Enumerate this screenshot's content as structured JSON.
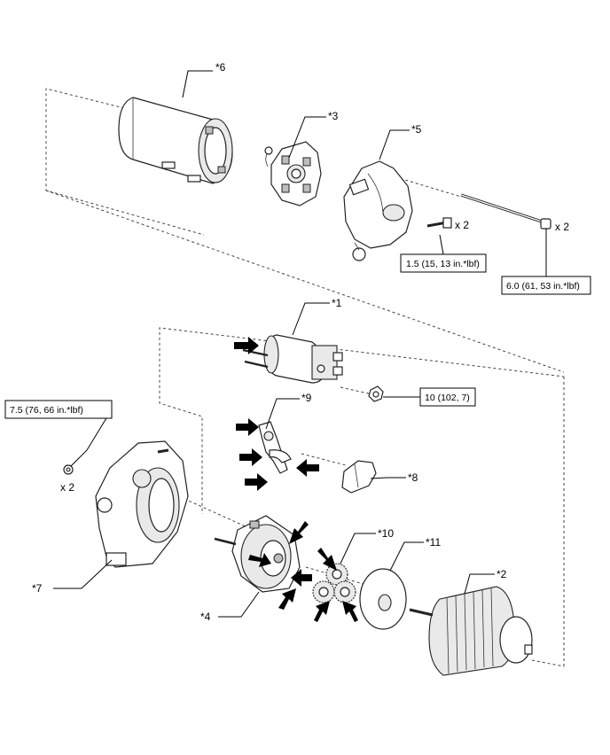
{
  "callouts": {
    "c1": "*1",
    "c2": "*2",
    "c3": "*3",
    "c4": "*4",
    "c5": "*5",
    "c6": "*6",
    "c7": "*7",
    "c8": "*8",
    "c9": "*9",
    "c10": "*10",
    "c11": "*11"
  },
  "quantities": {
    "screw": "x 2",
    "bolt": "x 2",
    "nut": "x 2"
  },
  "torques": {
    "screw": "1.5 (15, 13 in.*lbf)",
    "bolt": "6.0 (61, 53 in.*lbf)",
    "terminal_nut": "10 (102, 7)",
    "mount_nut": "7.5 (76, 66 in.*lbf)"
  }
}
